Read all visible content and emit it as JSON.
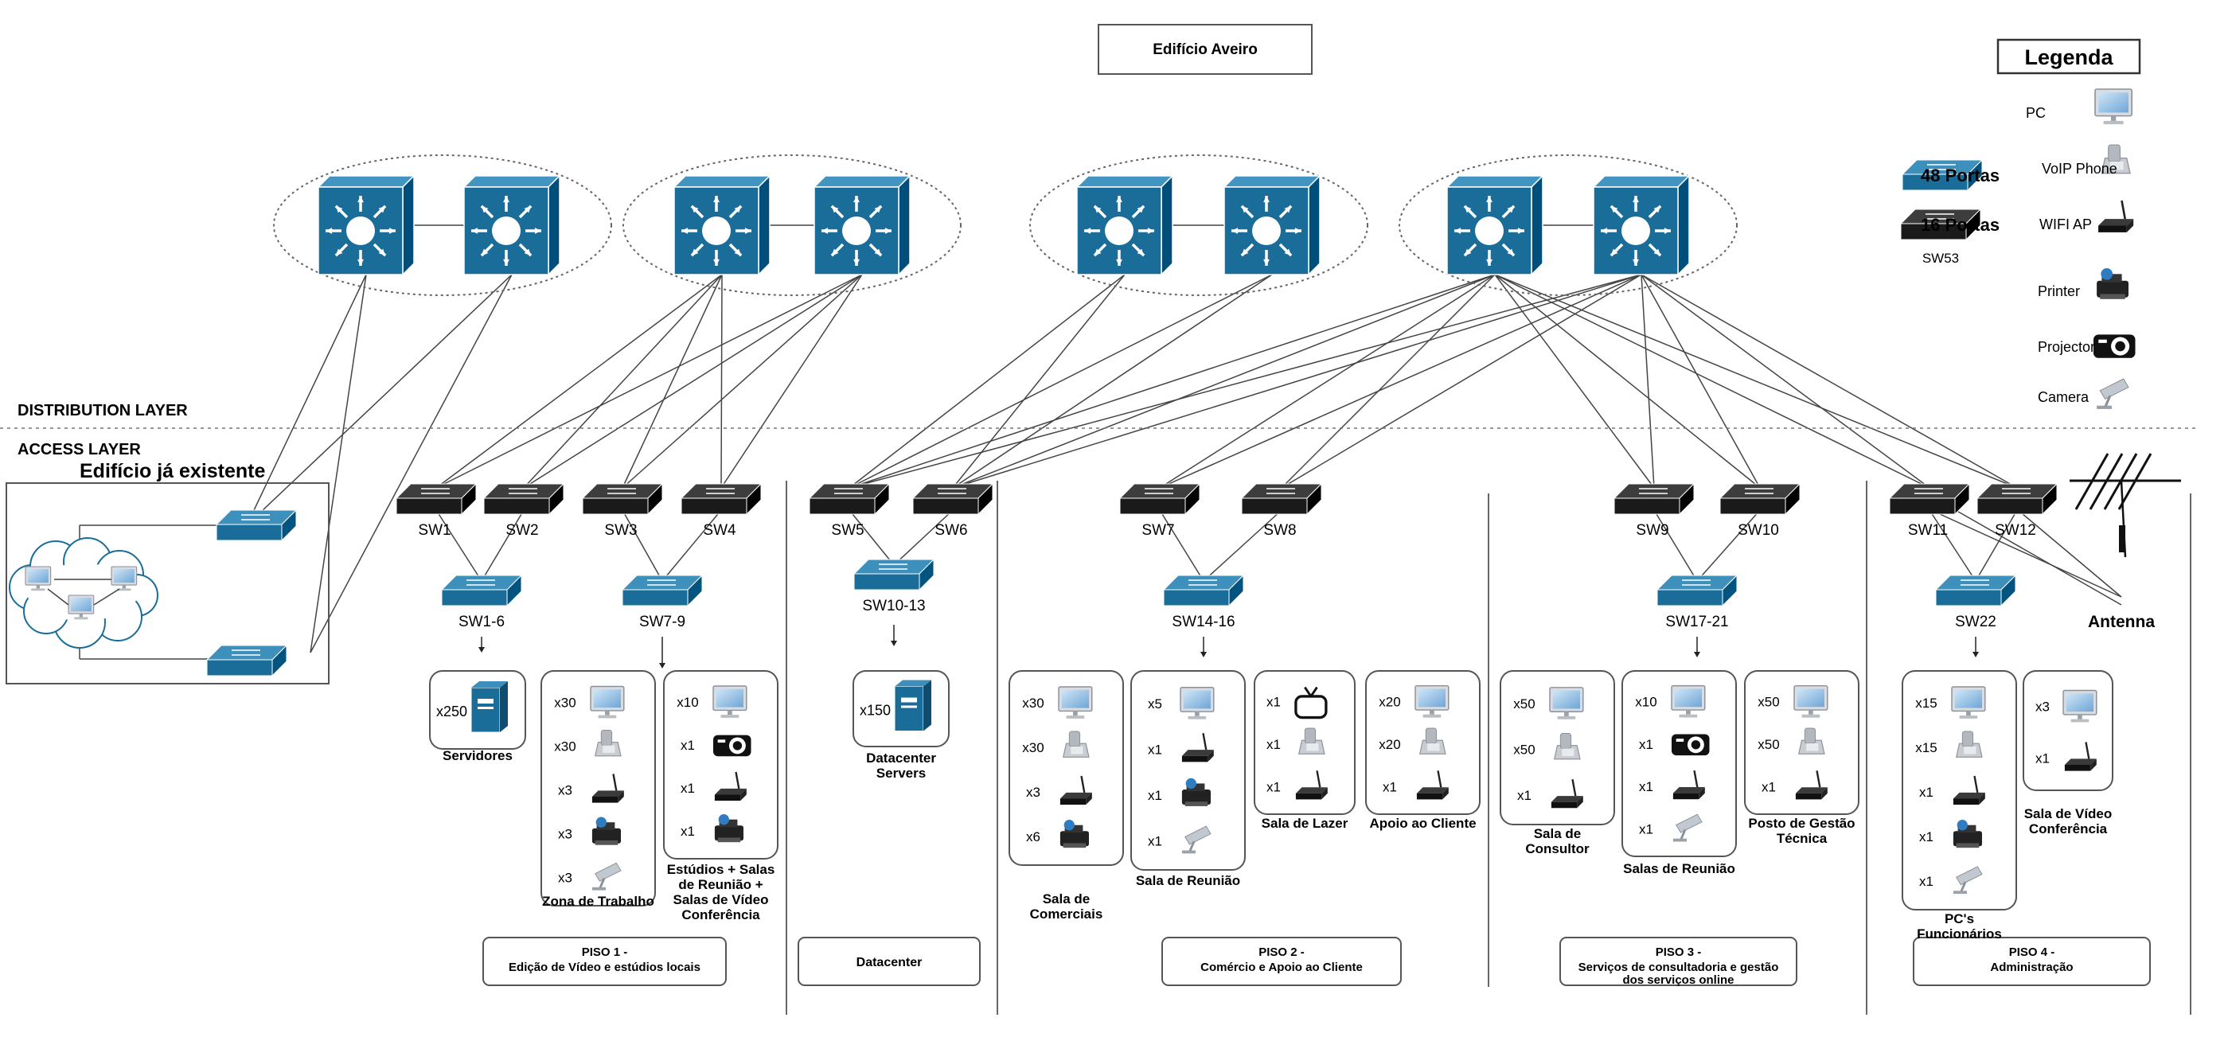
{
  "title": "Edifício Aveiro",
  "layers": {
    "distribution": "DISTRIBUTION LAYER",
    "access": "ACCESS LAYER"
  },
  "existing_building": "Edifício já existente",
  "legend": {
    "title": "Legenda",
    "items": [
      "PC",
      "VoIP Phone",
      "WIFI AP",
      "Printer",
      "Projector",
      "Camera"
    ],
    "switch48": "48 Portas",
    "switch16": "16 Portas",
    "switch16_name": "SW53"
  },
  "access_switches": [
    "SW1",
    "SW2",
    "SW3",
    "SW4",
    "SW5",
    "SW6",
    "SW7",
    "SW8",
    "SW9",
    "SW10",
    "SW11",
    "SW12"
  ],
  "aggregation_switches": [
    "SW1-6",
    "SW7-9",
    "SW10-13",
    "SW14-16",
    "SW17-21",
    "SW22"
  ],
  "antenna_label": "Antenna",
  "boxes": [
    {
      "id": "servidores",
      "label": "Servidores",
      "items": [
        {
          "count": "x250",
          "device": "server"
        }
      ]
    },
    {
      "id": "zona-trabalho",
      "label": "Zona de Trabalho",
      "items": [
        {
          "count": "x30",
          "device": "pc"
        },
        {
          "count": "x30",
          "device": "phone"
        },
        {
          "count": "x3",
          "device": "ap"
        },
        {
          "count": "x3",
          "device": "printer"
        },
        {
          "count": "x3",
          "device": "camera"
        }
      ]
    },
    {
      "id": "estudios",
      "label": "Estúdios + Salas de Reunião + Salas de Vídeo Conferência",
      "items": [
        {
          "count": "x10",
          "device": "pc"
        },
        {
          "count": "x1",
          "device": "projector"
        },
        {
          "count": "x1",
          "device": "ap"
        },
        {
          "count": "x1",
          "device": "printer"
        }
      ]
    },
    {
      "id": "datacenter-servers",
      "label": "Datacenter Servers",
      "items": [
        {
          "count": "x150",
          "device": "server"
        }
      ]
    },
    {
      "id": "sala-comerciais",
      "label": "Sala de Comerciais",
      "items": [
        {
          "count": "x30",
          "device": "pc"
        },
        {
          "count": "x30",
          "device": "phone"
        },
        {
          "count": "x3",
          "device": "ap"
        },
        {
          "count": "x6",
          "device": "printer"
        }
      ]
    },
    {
      "id": "sala-reuniao-2",
      "label": "Sala de Reunião",
      "items": [
        {
          "count": "x5",
          "device": "pc"
        },
        {
          "count": "x1",
          "device": "ap"
        },
        {
          "count": "x1",
          "device": "printer"
        },
        {
          "count": "x1",
          "device": "camera"
        }
      ]
    },
    {
      "id": "sala-lazer",
      "label": "Sala de Lazer",
      "items": [
        {
          "count": "x1",
          "device": "tv"
        },
        {
          "count": "x1",
          "device": "phone"
        },
        {
          "count": "x1",
          "device": "ap"
        }
      ]
    },
    {
      "id": "apoio-cliente",
      "label": "Apoio ao Cliente",
      "items": [
        {
          "count": "x20",
          "device": "pc"
        },
        {
          "count": "x20",
          "device": "phone"
        },
        {
          "count": "x1",
          "device": "ap"
        }
      ]
    },
    {
      "id": "sala-consultor",
      "label": "Sala de Consultor",
      "items": [
        {
          "count": "x50",
          "device": "pc"
        },
        {
          "count": "x50",
          "device": "phone"
        },
        {
          "count": "x1",
          "device": "ap"
        }
      ]
    },
    {
      "id": "salas-reuniao-3",
      "label": "Salas de Reunião",
      "items": [
        {
          "count": "x10",
          "device": "pc"
        },
        {
          "count": "x1",
          "device": "projector"
        },
        {
          "count": "x1",
          "device": "ap"
        },
        {
          "count": "x1",
          "device": "camera"
        }
      ]
    },
    {
      "id": "posto-gestao",
      "label": "Posto de Gestão Técnica",
      "items": [
        {
          "count": "x50",
          "device": "pc"
        },
        {
          "count": "x50",
          "device": "phone"
        },
        {
          "count": "x1",
          "device": "ap"
        }
      ]
    },
    {
      "id": "pcs-funcionarios",
      "label": "PC's Funcionários",
      "items": [
        {
          "count": "x15",
          "device": "pc"
        },
        {
          "count": "x15",
          "device": "phone"
        },
        {
          "count": "x1",
          "device": "ap"
        },
        {
          "count": "x1",
          "device": "printer"
        },
        {
          "count": "x1",
          "device": "camera"
        }
      ]
    },
    {
      "id": "video-conf-4",
      "label": "Sala de Vídeo Conferência",
      "items": [
        {
          "count": "x3",
          "device": "pc"
        },
        {
          "count": "x1",
          "device": "ap"
        }
      ]
    }
  ],
  "floors": [
    {
      "title": "PISO 1 -",
      "subtitle": "Edição de Vídeo e estúdios locais"
    },
    {
      "title": "Datacenter",
      "subtitle": ""
    },
    {
      "title": "PISO 2 -",
      "subtitle": "Comércio e Apoio ao Cliente"
    },
    {
      "title": "PISO 3 -",
      "subtitle": "Serviços de consultadoria e gestão dos serviços online"
    },
    {
      "title": "PISO 4 -",
      "subtitle": "Administração"
    }
  ],
  "colors": {
    "switch_blue": "#1a6d99",
    "switch_black": "#1a1a1a",
    "line": "#444444"
  }
}
